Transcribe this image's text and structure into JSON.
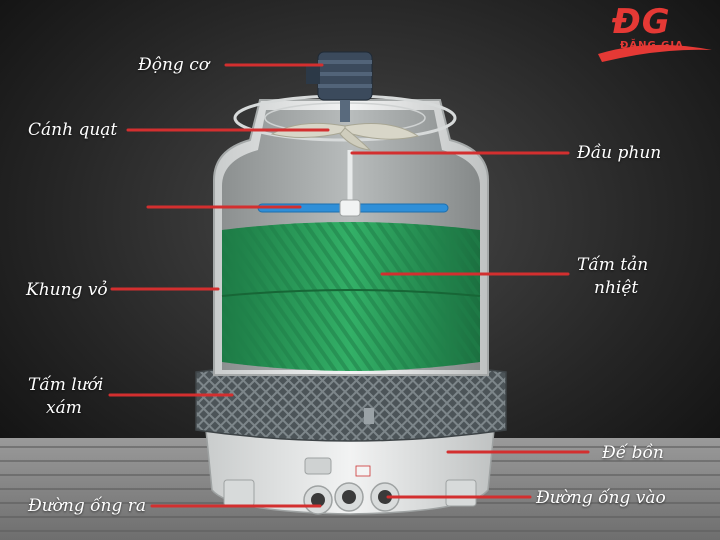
{
  "brand": {
    "mark": "ĐG",
    "name": "ĐẶNG GIA",
    "color": "#e53935"
  },
  "labels": {
    "dong_co": "Động cơ",
    "canh_quat": "Cánh quạt",
    "dau_phun": "Đầu phun",
    "khung_vo": "Khung vỏ",
    "tam_tan_nhiet_1": "Tấm tản",
    "tam_tan_nhiet_2": "nhiệt",
    "tam_luoi_xam_1": "Tấm lưới",
    "tam_luoi_xam_2": "xám",
    "de_bon": "Đế bồn",
    "duong_ong_ra": "Đường ống ra",
    "duong_ong_vao": "Đường ống vào"
  },
  "colors": {
    "leader_line": "#d32f2f",
    "fill_media": "#2e9e5b",
    "shell": "#e4e6e6",
    "mesh": "#5a6266",
    "spray_pipe": "#2f8fd8"
  }
}
